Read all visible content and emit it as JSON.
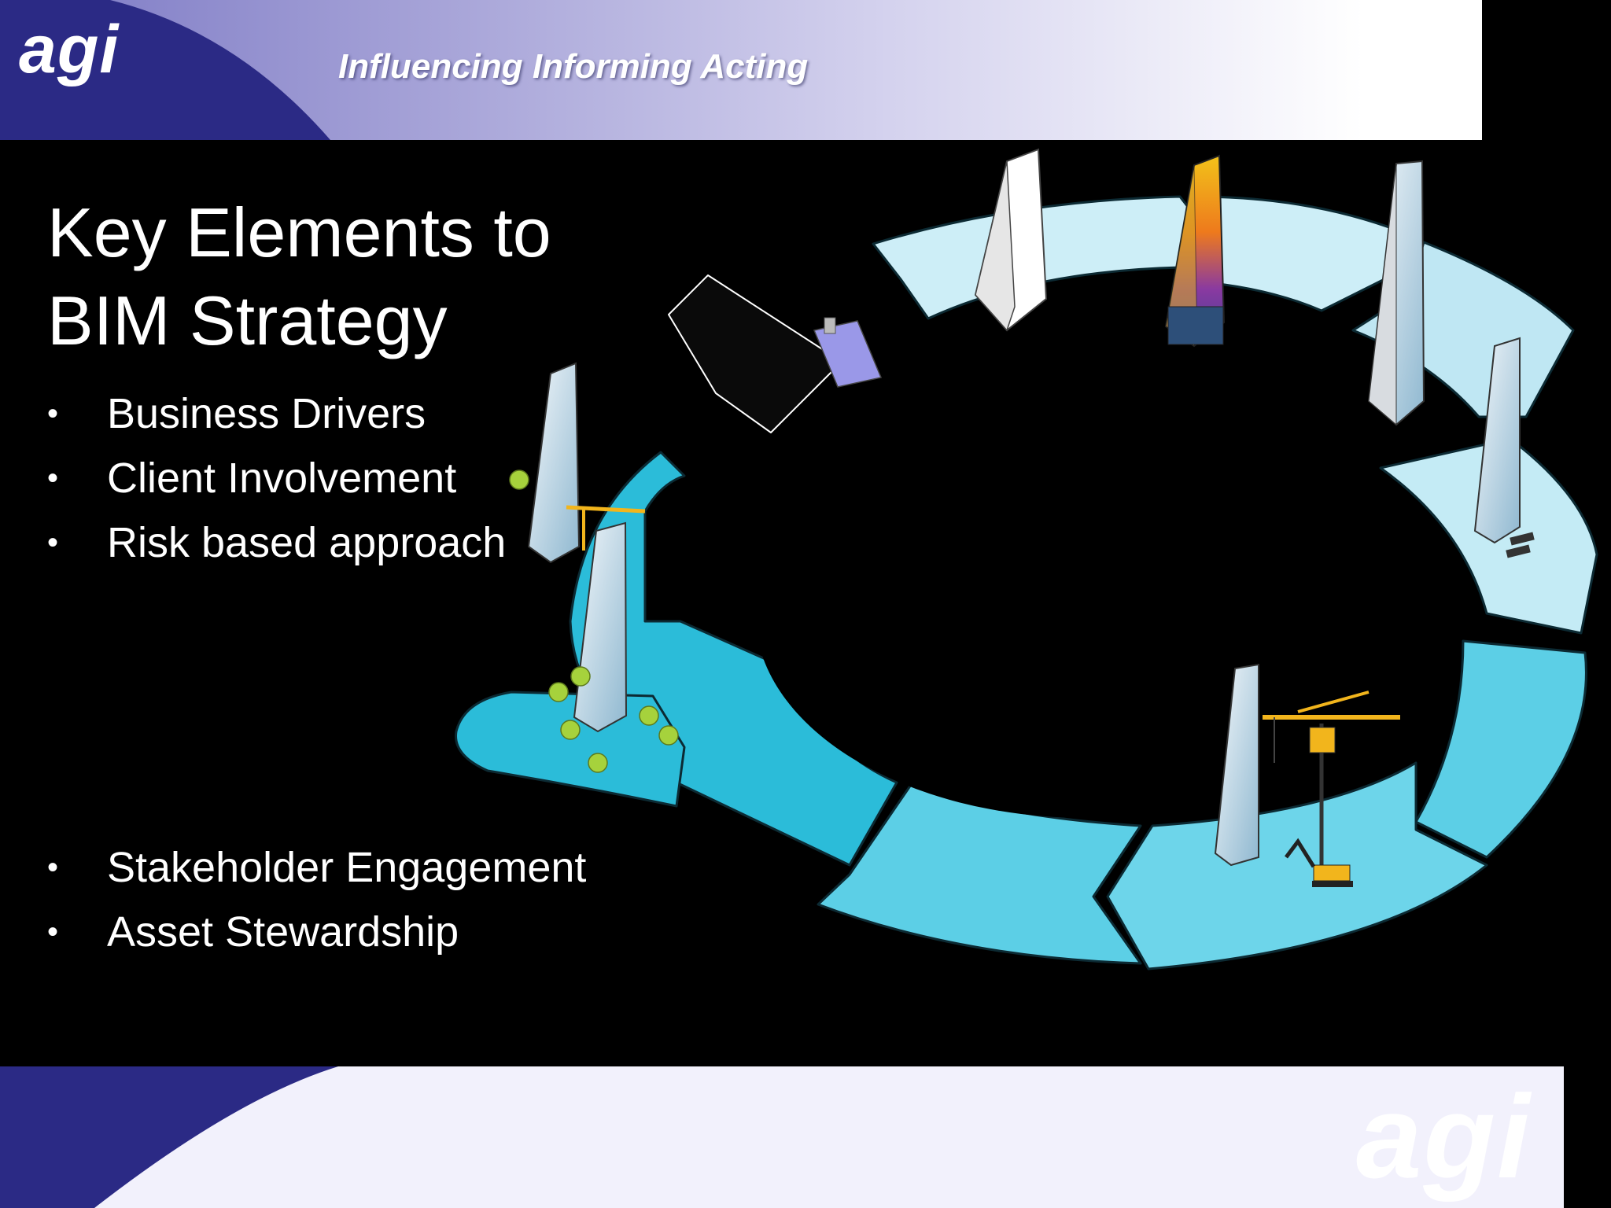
{
  "header": {
    "logo": "agi",
    "tagline": "Influencing Informing Acting"
  },
  "title": {
    "line1": "Key Elements to",
    "line2": "BIM Strategy"
  },
  "bullets_top": [
    "Business Drivers",
    "Client Involvement",
    "Risk based approach"
  ],
  "bullets_bottom": [
    "Stakeholder Engagement",
    "Asset Stewardship"
  ],
  "bullet_symbol": "•",
  "footer": {
    "logo": "agi"
  },
  "colors": {
    "background": "#000000",
    "header_dark": "#2b2a85",
    "header_light": "#ffffff",
    "ring_light": "#bfe6f2",
    "ring_mid": "#5ccfe6",
    "ring_dark": "#2bbcd9",
    "crane": "#f2b51c"
  }
}
